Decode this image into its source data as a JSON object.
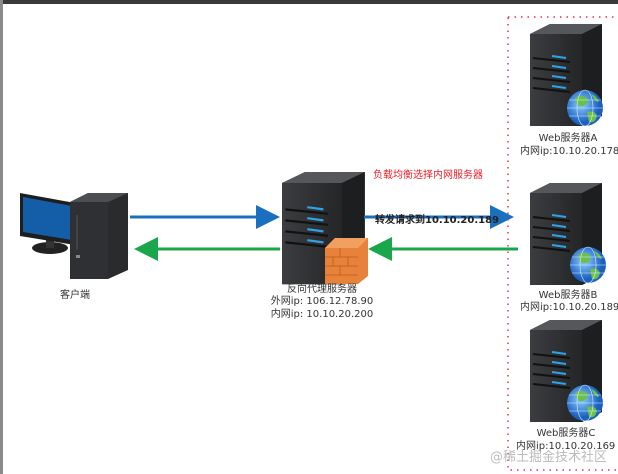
{
  "client": {
    "label": "客户端"
  },
  "proxy": {
    "label": "反向代理服务器",
    "external_ip": "外网ip: 106.12.78.90",
    "internal_ip": "内网ip: 10.10.20.200"
  },
  "load_balance_note": "负载均衡选择内网服务器",
  "forward_note": "转发请求到10.10.20.189",
  "servers": [
    {
      "name": "Web服务器A",
      "ip": "内网ip:10.10.20.178"
    },
    {
      "name": "Web服务器B",
      "ip": "内网ip:10.10.20.189"
    },
    {
      "name": "Web服务器C",
      "ip": "内网ip:10.10.20.169"
    }
  ],
  "watermark": "@稀土掘金技术社区",
  "colors": {
    "request_arrow": "#1a6fbf",
    "response_arrow": "#1aa64a",
    "boundary": "#e8304a",
    "note": "#e8202a"
  }
}
